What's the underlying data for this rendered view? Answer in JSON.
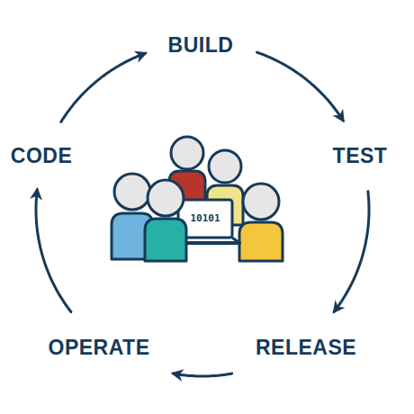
{
  "diagram": {
    "nodes": [
      {
        "text": [
          "BUILD"
        ]
      },
      {
        "text": [
          "TEST"
        ]
      },
      {
        "text": [
          "RELEASE"
        ]
      },
      {
        "text": [
          "OPERATE"
        ]
      },
      {
        "text": [
          "CODE"
        ]
      }
    ],
    "edges": [
      {
        "from": 0,
        "to": 1,
        "arrow": "to"
      },
      {
        "from": 1,
        "to": 2,
        "arrow": "to"
      },
      {
        "from": 2,
        "to": 3,
        "arrow": "to"
      },
      {
        "from": 3,
        "to": 4,
        "arrow": "to"
      },
      {
        "from": 4,
        "to": 0,
        "arrow": "to"
      }
    ],
    "labels": [
      "10101"
    ]
  }
}
